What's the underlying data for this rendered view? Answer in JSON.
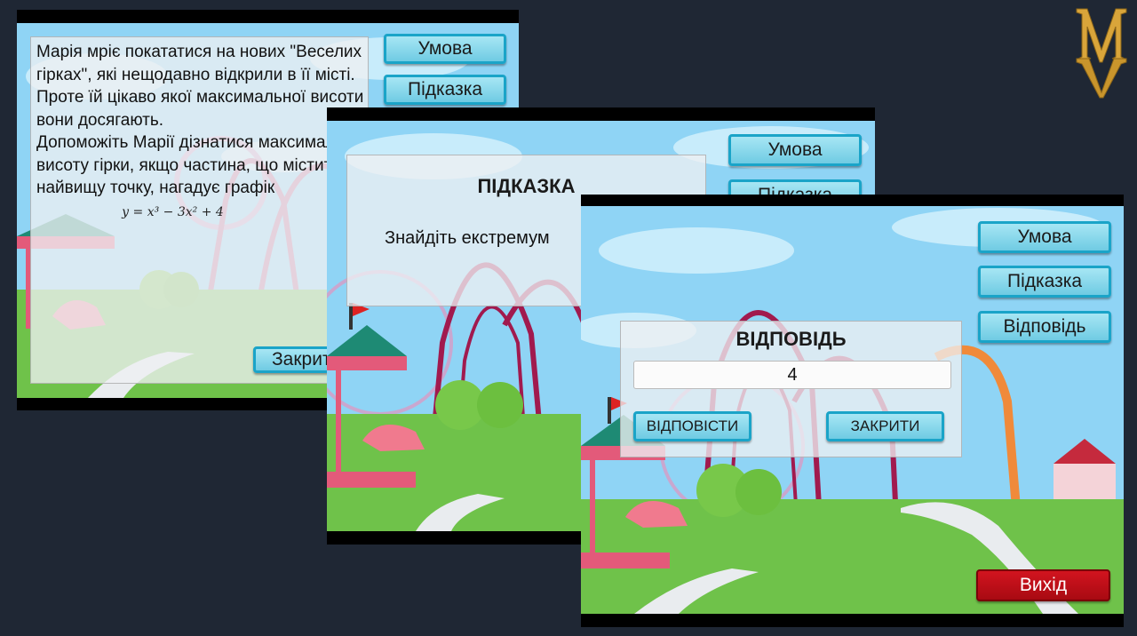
{
  "brand": {
    "logo_letters": "M"
  },
  "screen1": {
    "buttons": {
      "condition": "Умова",
      "hint": "Підказка",
      "close": "Закрити"
    },
    "task_text": "Марія мріє покататися на нових \"Веселих гірках\", які нещодавно відкрили в її місті. Проте їй цікаво якої максимальної висоти вони досягають.\nДопоможіть Марії дізнатися максимальну висоту гірки, якщо частина, що містить найвищу точку, нагадує графік",
    "formula": "y = x³ − 3x² + 4"
  },
  "screen2": {
    "buttons": {
      "condition": "Умова",
      "hint": "Підказка"
    },
    "hint_title": "ПІДКАЗКА",
    "hint_text": "Знайдіть екстремум"
  },
  "screen3": {
    "buttons": {
      "condition": "Умова",
      "hint": "Підказка",
      "answer": "Відповідь",
      "submit": "ВІДПОВІСТИ",
      "close": "ЗАКРИТИ",
      "exit": "Вихід"
    },
    "answer_title": "ВІДПОВІДЬ",
    "answer_value": "4"
  },
  "colors": {
    "button_fill": "#7fd3e8",
    "button_border": "#1aa4c8",
    "exit": "#c0101a",
    "sky": "#8fd4f5",
    "grass": "#6fc24a",
    "coaster": "#a11a4e"
  }
}
